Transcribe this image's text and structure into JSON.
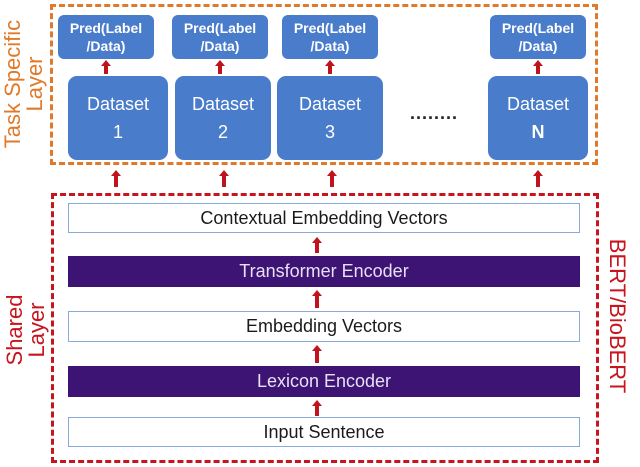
{
  "task_layer": {
    "label_line1": "Task Specific",
    "label_line2": "Layer",
    "frame_color": "#e07a2a",
    "preds": [
      {
        "line1": "Pred(Label",
        "line2": "/Data)"
      },
      {
        "line1": "Pred(Label",
        "line2": "/Data)"
      },
      {
        "line1": "Pred(Label",
        "line2": "/Data)"
      },
      {
        "line1": "Pred(Label",
        "line2": "/Data)"
      }
    ],
    "datasets": [
      {
        "name": "Dataset",
        "num": "1"
      },
      {
        "name": "Dataset",
        "num": "2"
      },
      {
        "name": "Dataset",
        "num": "3"
      },
      {
        "name": "Dataset",
        "num": "N"
      }
    ],
    "ellipsis": "........"
  },
  "shared_layer": {
    "label_line1": "Shared",
    "label_line2": "Layer",
    "side_label": "BERT/BioBERT",
    "frame_color": "#c8151d",
    "layers": [
      {
        "text": "Contextual Embedding Vectors",
        "style": "light"
      },
      {
        "text": "Transformer Encoder",
        "style": "dark"
      },
      {
        "text": "Embedding Vectors",
        "style": "light"
      },
      {
        "text": "Lexicon Encoder",
        "style": "dark"
      },
      {
        "text": "Input Sentence",
        "style": "light"
      }
    ]
  },
  "colors": {
    "box_blue": "#4a7ccc",
    "encoder_purple": "#3d1473",
    "arrow_red": "#c0141c"
  }
}
